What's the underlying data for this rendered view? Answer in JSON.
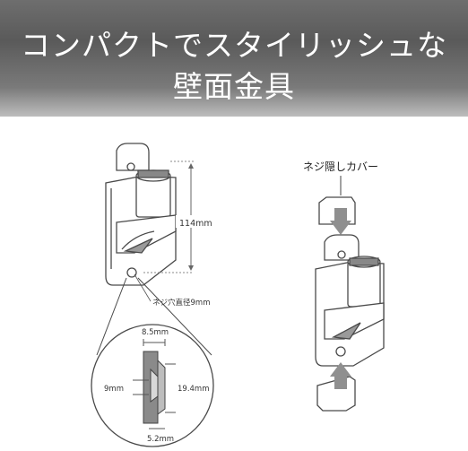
{
  "headline": {
    "line1": "コンパクトでスタイリッシュな",
    "line2": "壁面金具"
  },
  "dimensions": {
    "height": "114mm",
    "screw_hole": "ネジ穴直径9mm",
    "top_width": "8.5mm",
    "left": "9mm",
    "right": "19.4mm",
    "bottom": "5.2mm"
  },
  "cover_label": "ネジ隠しカバー",
  "colors": {
    "banner_dark": "#5a5a5a",
    "arrow": "#8f8f8f",
    "line": "#4a4a4a"
  }
}
